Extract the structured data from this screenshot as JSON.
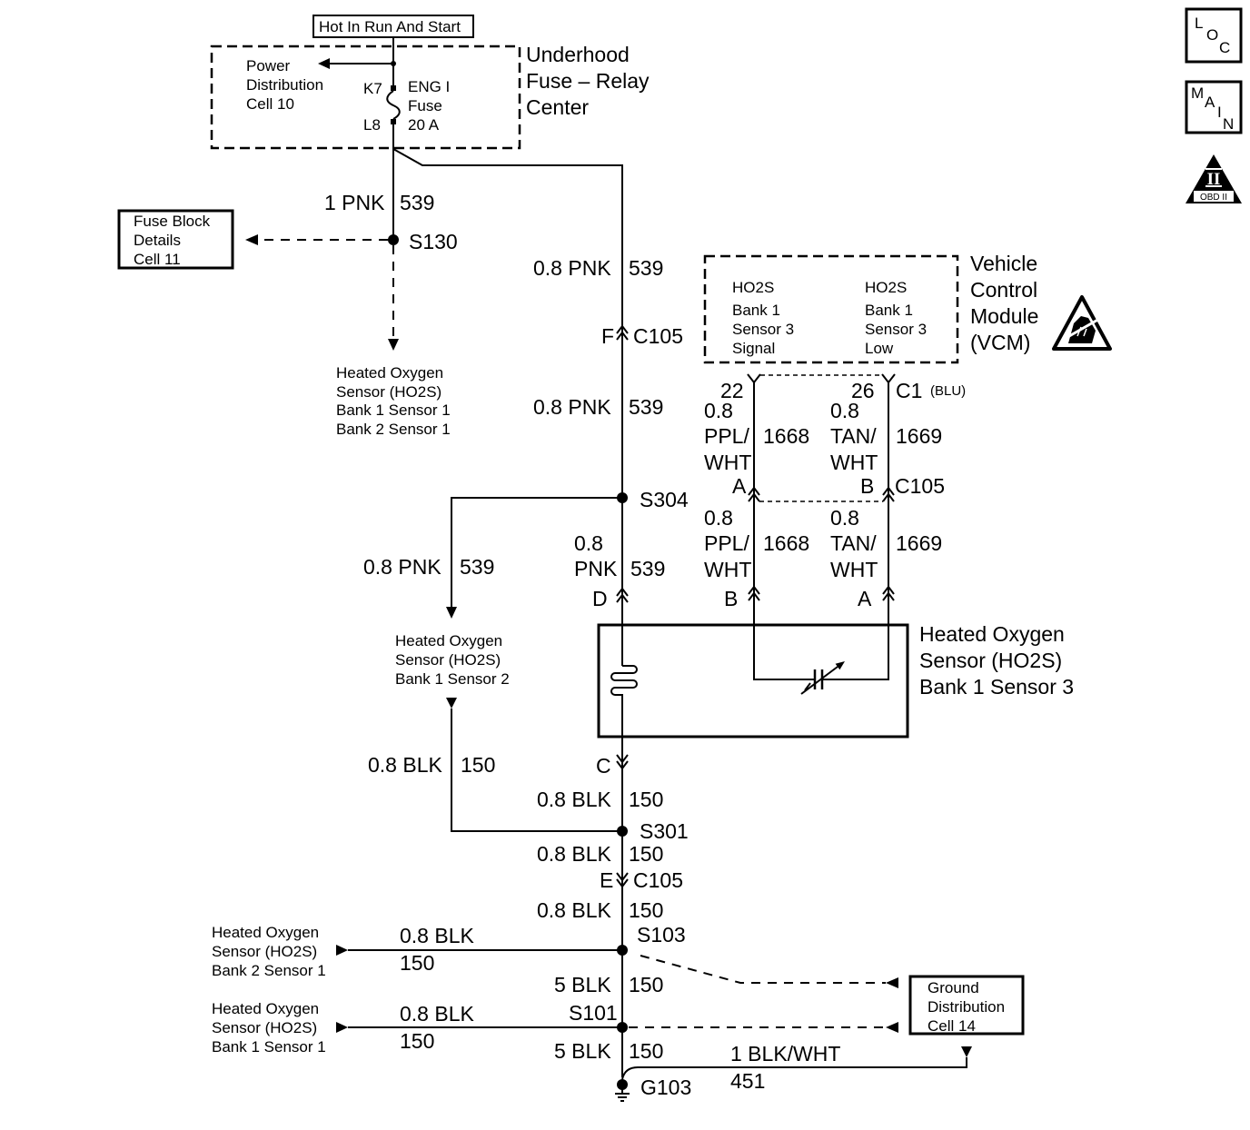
{
  "relay_center": {
    "supply_label": "Hot In Run And Start",
    "title": [
      "Underhood",
      "Fuse – Relay",
      "Center"
    ],
    "power_distribution_ref": [
      "Power",
      "Distribution",
      "Cell 10"
    ],
    "fuse": {
      "terminal_in": "K7",
      "terminal_out": "L8",
      "label": [
        "ENG I",
        "Fuse",
        "20 A"
      ]
    }
  },
  "nav_icons": {
    "loc": [
      "L",
      "O",
      "C"
    ],
    "main": [
      "M",
      "A",
      "I",
      "N"
    ],
    "obd": {
      "numeral": "II",
      "caption": "OBD II"
    }
  },
  "fuse_block_ref": [
    "Fuse Block",
    "Details",
    "Cell 11"
  ],
  "splices": {
    "s130": "S130",
    "s304": "S304",
    "s301": "S301",
    "s103": "S103",
    "s101": "S101"
  },
  "connectors": {
    "c105_f": {
      "pin": "F",
      "name": "C105"
    },
    "sensor_d": {
      "pin": "D"
    },
    "sensor_c": {
      "pin": "C"
    },
    "c105_e": {
      "pin": "E",
      "name": "C105"
    },
    "c1": {
      "pin_signal": "22",
      "pin_low": "26",
      "name": "C1",
      "color": "(BLU)"
    },
    "c105_vcm": {
      "pin_signal": "A",
      "pin_low": "B",
      "name": "C105"
    },
    "sensor_vcm": {
      "pin_signal": "B",
      "pin_low": "A"
    }
  },
  "wires": {
    "fuse_to_s130": {
      "size_color": "1 PNK",
      "circuit": "539"
    },
    "to_c105_f": {
      "size_color": "0.8 PNK",
      "circuit": "539"
    },
    "c105_f_to_s304": {
      "size_color": "0.8 PNK",
      "circuit": "539"
    },
    "s304_to_b1s2": {
      "size_color": "0.8 PNK",
      "circuit": "539"
    },
    "s304_to_b1s3": {
      "size": "0.8",
      "color": "PNK",
      "circuit": "539"
    },
    "b1s2_to_s301": {
      "size_color": "0.8 BLK",
      "circuit": "150"
    },
    "b1s3_to_s301": {
      "size_color": "0.8 BLK",
      "circuit": "150"
    },
    "s301_to_c105_e": {
      "size_color": "0.8 BLK",
      "circuit": "150"
    },
    "c105_e_to_s103": {
      "size_color": "0.8 BLK",
      "circuit": "150"
    },
    "s103_to_b2s1": {
      "size_color": "0.8 BLK",
      "circuit": "150"
    },
    "s103_to_s101": {
      "size_color": "5 BLK",
      "circuit": "150"
    },
    "s101_to_b1s1": {
      "size_color": "0.8 BLK",
      "circuit": "150"
    },
    "s101_to_g103": {
      "size_color": "5 BLK",
      "circuit": "150"
    },
    "ground_451": {
      "size_color": "1 BLK/WHT",
      "circuit": "451"
    },
    "signal_upper": {
      "size": "0.8",
      "color": [
        "PPL/",
        "WHT"
      ],
      "circuit": "1668"
    },
    "low_upper": {
      "size": "0.8",
      "color": [
        "TAN/",
        "WHT"
      ],
      "circuit": "1669"
    },
    "signal_lower": {
      "size": "0.8",
      "color": [
        "PPL/",
        "WHT"
      ],
      "circuit": "1668"
    },
    "low_lower": {
      "size": "0.8",
      "color": [
        "TAN/",
        "WHT"
      ],
      "circuit": "1669"
    }
  },
  "components": {
    "ho2s_b1s1_b2s1_ref": [
      "Heated Oxygen",
      "Sensor (HO2S)",
      "Bank 1 Sensor 1",
      "Bank 2 Sensor 1"
    ],
    "ho2s_b1s2_ref": [
      "Heated Oxygen",
      "Sensor (HO2S)",
      "Bank 1 Sensor 2"
    ],
    "ho2s_b1s3": [
      "Heated Oxygen",
      "Sensor (HO2S)",
      "Bank 1 Sensor 3"
    ],
    "ho2s_b2s1_ref": [
      "Heated Oxygen",
      "Sensor (HO2S)",
      "Bank 2 Sensor 1"
    ],
    "ho2s_b1s1_ref": [
      "Heated Oxygen",
      "Sensor (HO2S)",
      "Bank 1 Sensor 1"
    ],
    "vcm": {
      "title": [
        "Vehicle",
        "Control",
        "Module",
        "(VCM)"
      ],
      "signal_input": [
        "HO2S",
        "Bank 1",
        "Sensor 3",
        "Signal"
      ],
      "low_input": [
        "HO2S",
        "Bank 1",
        "Sensor 3",
        "Low"
      ]
    }
  },
  "ground": {
    "name": "G103",
    "ref": [
      "Ground",
      "Distribution",
      "Cell 14"
    ]
  },
  "colors": {
    "ink": "#000000",
    "paper": "#ffffff"
  }
}
